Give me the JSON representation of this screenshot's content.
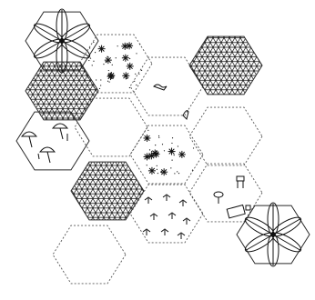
{
  "tiles": [
    {
      "name": "hex-flower-top-left",
      "content": "flower",
      "border": "solid"
    },
    {
      "name": "hex-stars-top",
      "content": "stars",
      "border": "dashed"
    },
    {
      "name": "hex-triangle-grid-left",
      "content": "triangle-grid",
      "border": "solid"
    },
    {
      "name": "hex-empty-top-middle",
      "content": "bird",
      "border": "dashed"
    },
    {
      "name": "hex-triangle-grid-top-right",
      "content": "triangle-grid",
      "border": "solid"
    },
    {
      "name": "hex-umbrellas-left",
      "content": "umbrellas",
      "border": "solid"
    },
    {
      "name": "hex-empty-center",
      "content": "empty",
      "border": "dashed"
    },
    {
      "name": "hex-stars-center",
      "content": "stars",
      "border": "dashed"
    },
    {
      "name": "hex-empty-right",
      "content": "empty",
      "border": "dashed"
    },
    {
      "name": "hex-triangle-grid-bottom-left",
      "content": "triangle-grid",
      "border": "solid"
    },
    {
      "name": "hex-plants-bottom-center",
      "content": "plants",
      "border": "dashed"
    },
    {
      "name": "hex-furniture-right",
      "content": "furniture",
      "border": "dashed"
    },
    {
      "name": "hex-empty-bottom-left",
      "content": "empty",
      "border": "dashed"
    },
    {
      "name": "hex-flower-bottom-right",
      "content": "flower",
      "border": "solid"
    }
  ]
}
